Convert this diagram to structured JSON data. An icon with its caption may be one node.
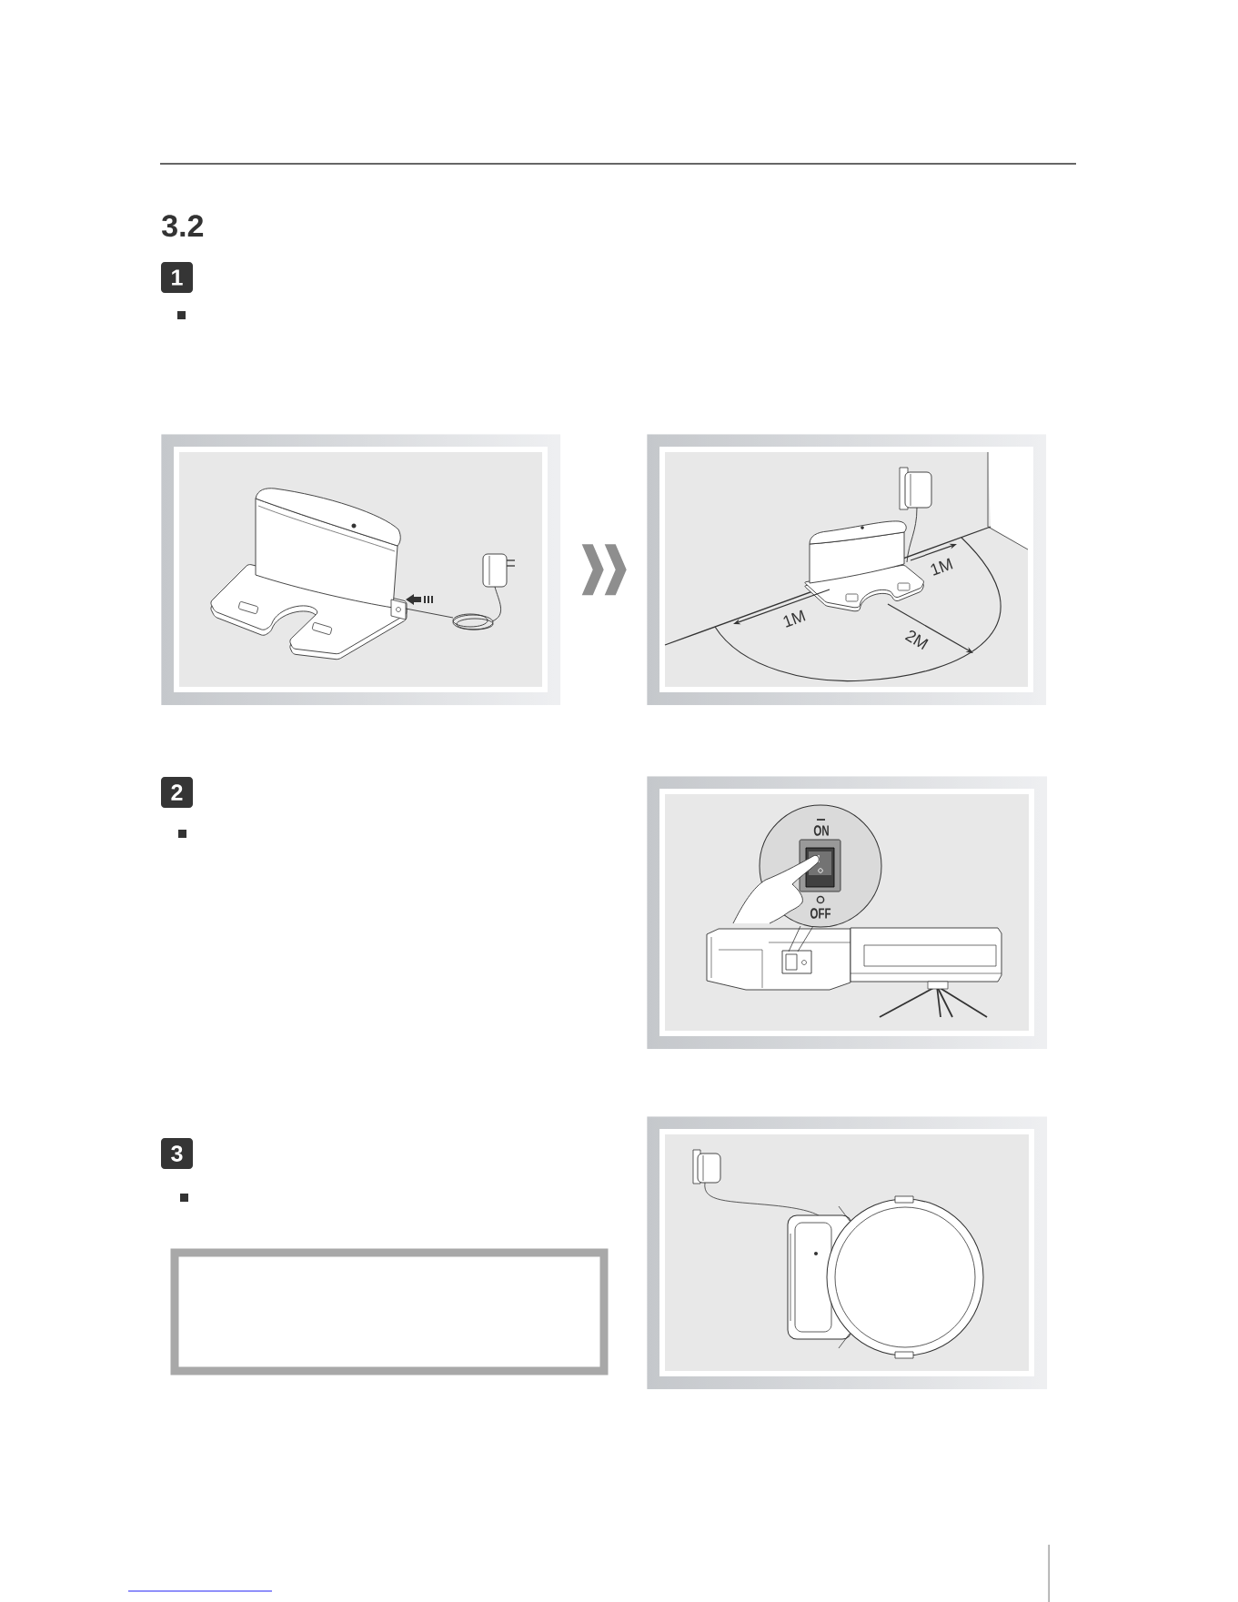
{
  "diagram": {
    "title": "3.2",
    "nodes": [
      {
        "text": [
          "1"
        ]
      },
      {
        "text": [],
        "shape": "picture"
      },
      {
        "text": [],
        "shape": "picture"
      },
      {
        "text": [
          "2"
        ]
      },
      {
        "text": [],
        "shape": "picture"
      },
      {
        "text": [
          "3"
        ]
      },
      {
        "text": [],
        "shape": "box"
      },
      {
        "text": [],
        "shape": "picture"
      }
    ],
    "edges": [
      {
        "from": 1,
        "to": 2,
        "arrow": "to"
      }
    ],
    "labels": [
      "1M",
      "1M",
      "2M",
      "ON",
      "OFF"
    ]
  }
}
